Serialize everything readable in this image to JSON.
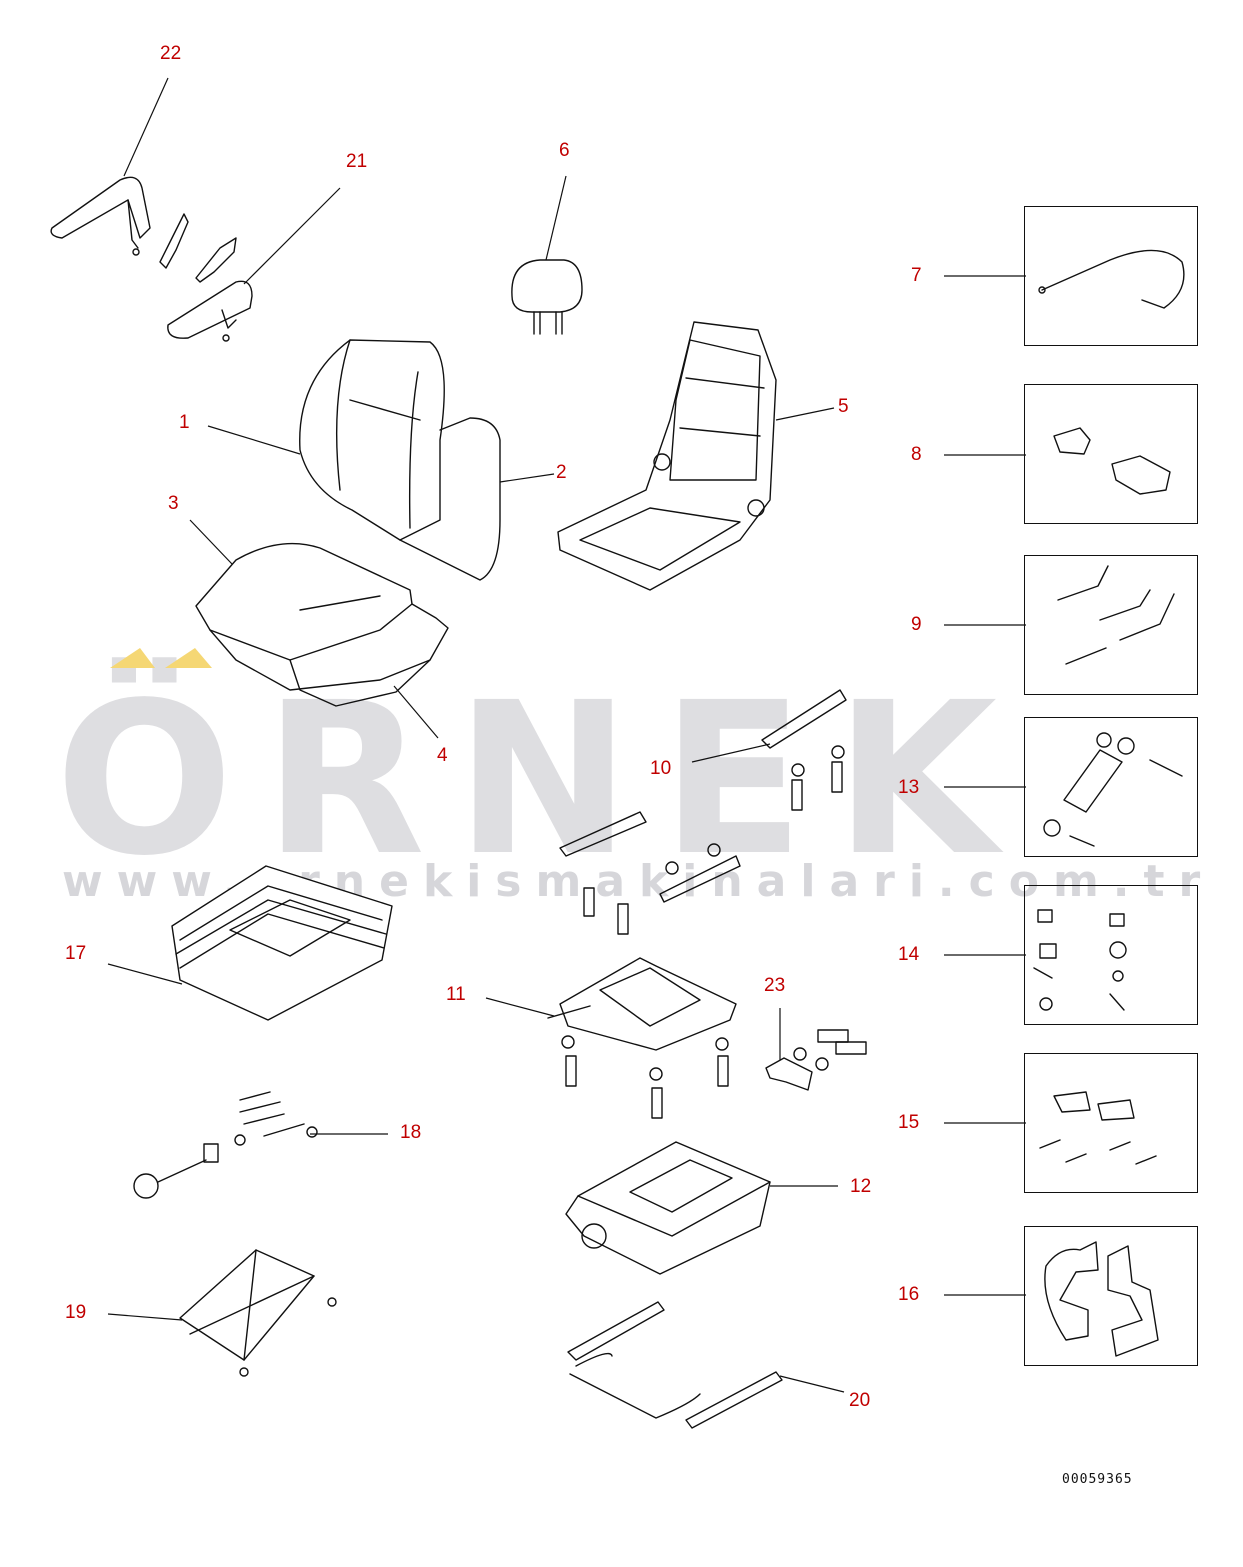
{
  "watermark": {
    "brand": "ÖRNEK",
    "url": "www.ornekismakinalari.com.tr",
    "accent_color": "#f5d774"
  },
  "callout_color": "#c00000",
  "document_id": "00059365",
  "callouts": {
    "c1": "1",
    "c2": "2",
    "c3": "3",
    "c4": "4",
    "c5": "5",
    "c6": "6",
    "c7": "7",
    "c8": "8",
    "c9": "9",
    "c10": "10",
    "c11": "11",
    "c12": "12",
    "c13": "13",
    "c14": "14",
    "c15": "15",
    "c16": "16",
    "c17": "17",
    "c18": "18",
    "c19": "19",
    "c20": "20",
    "c21": "21",
    "c22": "22",
    "c23": "23"
  }
}
